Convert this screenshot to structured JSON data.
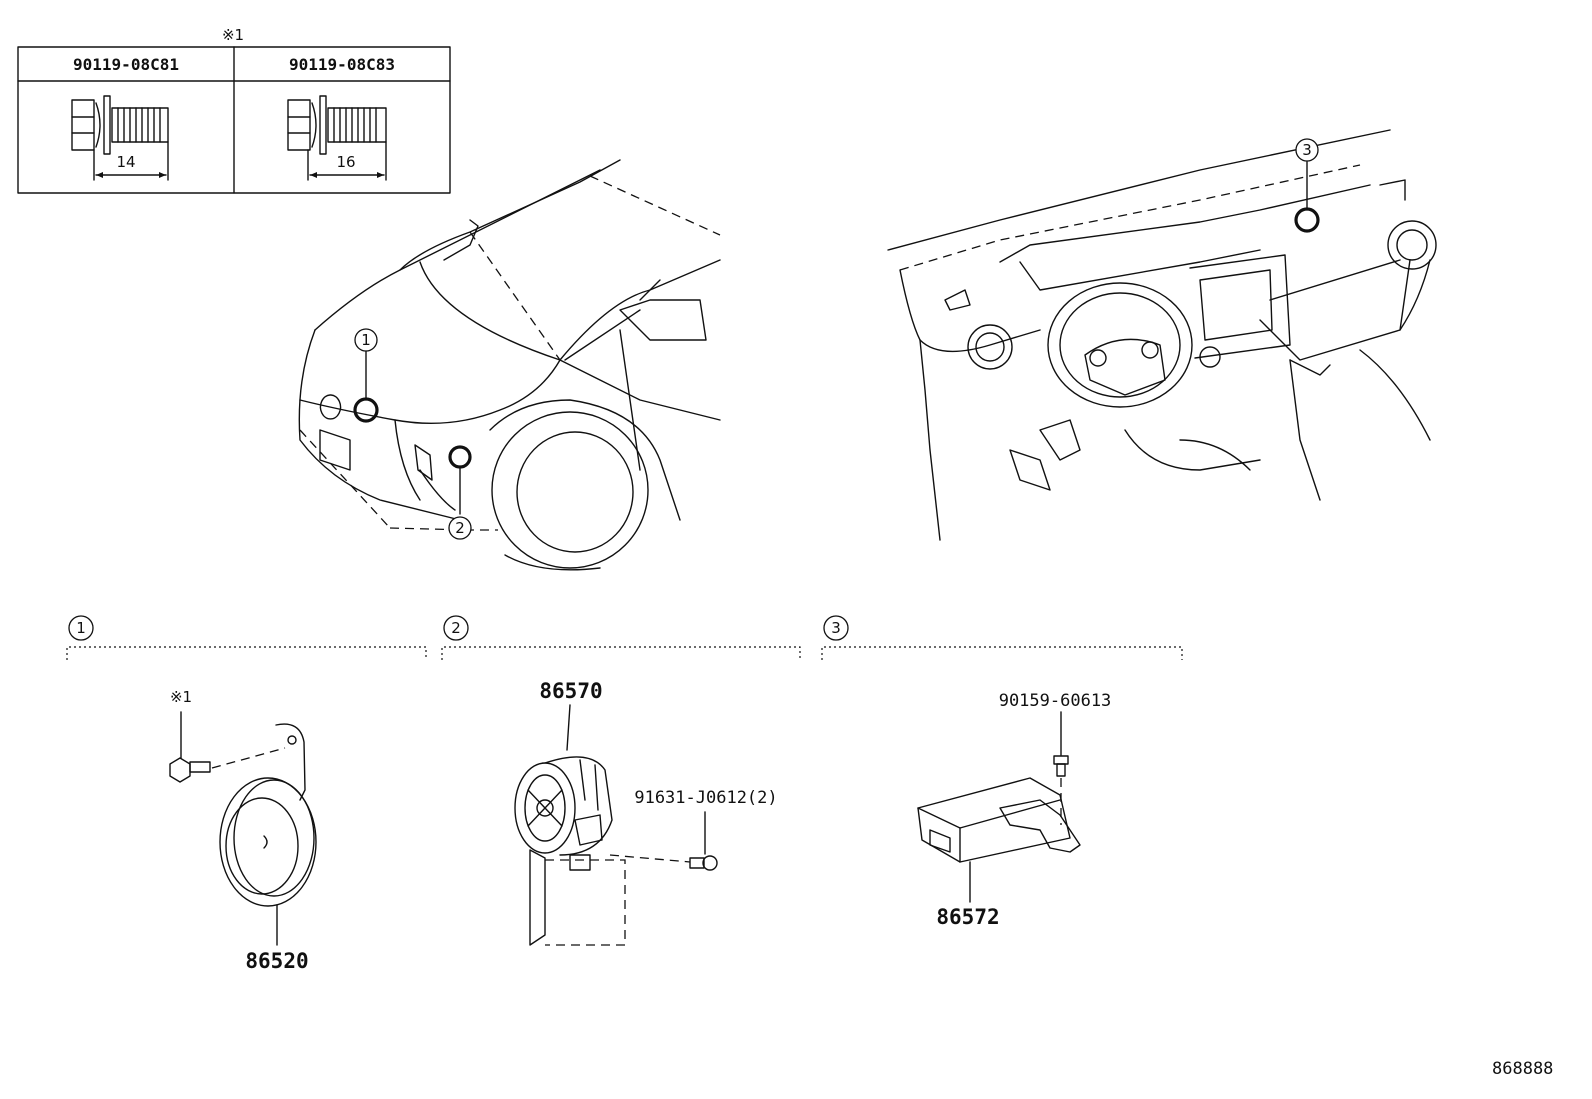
{
  "fastener_table": {
    "note_mark": "※1",
    "columns": [
      {
        "part_number": "90119-08C81",
        "length": "14"
      },
      {
        "part_number": "90119-08C83",
        "length": "16"
      }
    ]
  },
  "location_markers": {
    "m1": "1",
    "m2": "2",
    "m3": "3"
  },
  "sections": [
    {
      "marker": "1",
      "note_mark": "※1",
      "parts": [
        "86520"
      ]
    },
    {
      "marker": "2",
      "parts": [
        "86570",
        "91631-J0612(2)"
      ]
    },
    {
      "marker": "3",
      "parts": [
        "90159-60613",
        "86572"
      ]
    }
  ],
  "illustration_id": "868888"
}
